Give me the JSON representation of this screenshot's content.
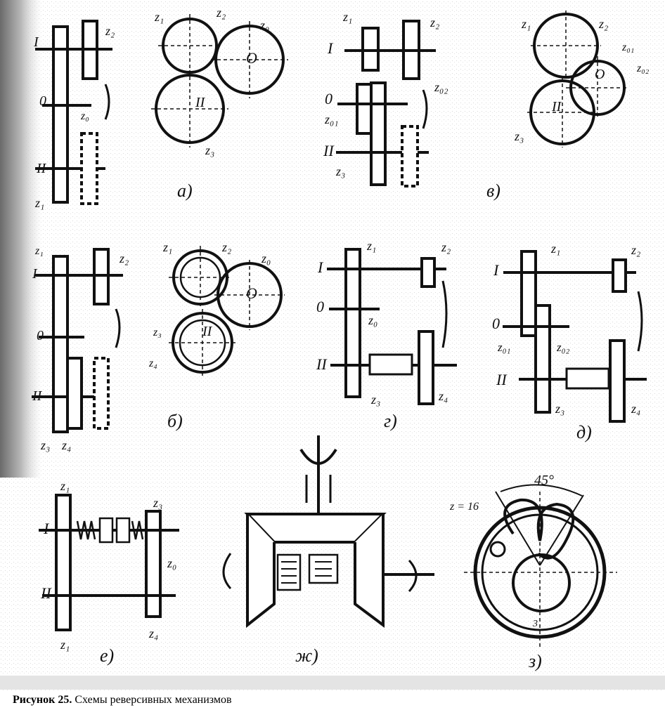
{
  "caption": {
    "number": "Рисунок 25.",
    "text": "Схемы реверсивных механизмов"
  },
  "labels": {
    "z1": "z₁",
    "z2": "z₂",
    "z0": "z₀",
    "z3": "z₃",
    "z4": "z₄",
    "zo1": "z₀₁",
    "zo2": "z₀₂",
    "shaft_i": "I",
    "shaft_o": "0",
    "shaft_ii": "II",
    "mark_o": "O",
    "mark_ii": "II",
    "angle": "45°",
    "teeth": "z = 16",
    "small3": "3",
    "sub_a": "а)",
    "sub_b": "б)",
    "sub_v": "в)",
    "sub_g": "г)",
    "sub_d": "д)",
    "sub_e": "е)",
    "sub_zh": "ж)",
    "sub_z": "з)"
  },
  "colors": {
    "ink": "#111111",
    "paper": "#ffffff",
    "scan_gray": "#c9c9c9"
  }
}
